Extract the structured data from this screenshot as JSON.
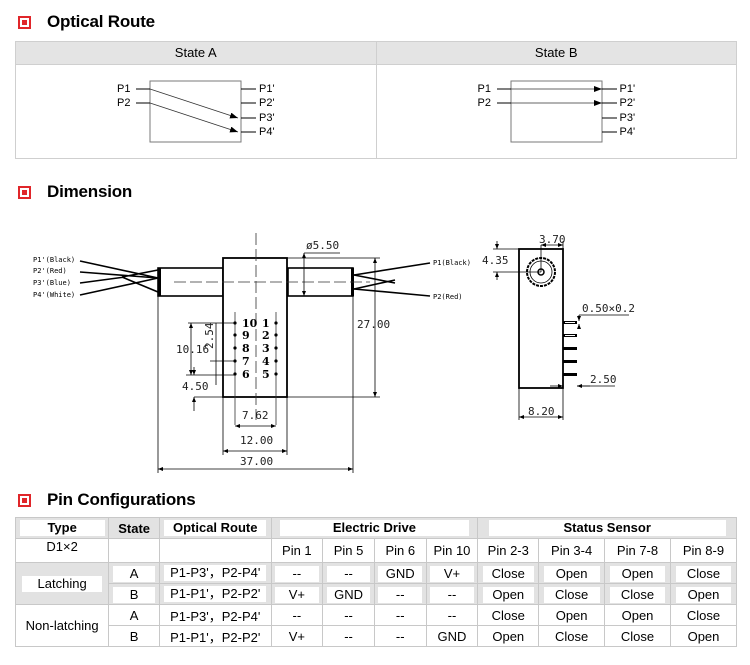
{
  "sections": {
    "optical_route": "Optical Route",
    "dimension": "Dimension",
    "pin_configurations": "Pin Configurations"
  },
  "optical_route": {
    "states": [
      {
        "label": "State A",
        "inputs": [
          "P1",
          "P2"
        ],
        "outputs": [
          "P1'",
          "P2'",
          "P3'",
          "P4'"
        ],
        "routes": [
          "P1-P3'",
          "P2-P4'"
        ]
      },
      {
        "label": "State B",
        "inputs": [
          "P1",
          "P2"
        ],
        "outputs": [
          "P1'",
          "P2'",
          "P3'",
          "P4'"
        ],
        "routes": [
          "P1-P1'",
          "P2-P2'"
        ]
      }
    ]
  },
  "dimension": {
    "left_fibers": [
      "P1'(Black)",
      "P2'(Red)",
      "P3'(Blue)",
      "P4'(White)"
    ],
    "right_fibers": [
      "P1(Black)",
      "P2(Red)"
    ],
    "pins_left": [
      "10",
      "9",
      "8",
      "7",
      "6"
    ],
    "pins_right": [
      "1",
      "2",
      "3",
      "4",
      "5"
    ],
    "labels": {
      "tube_diameter": "ø5.50",
      "height": "27.00",
      "pin_pitch": "2.54",
      "pin_span": "10.16",
      "pin_offset": "4.50",
      "row_spacing": "7.62",
      "body_width": "12.00",
      "total_length": "37.00",
      "side_hole_offset": "3.70",
      "side_hole_height": "4.35",
      "pin_size": "0.50×0.2",
      "pin_length": "2.50",
      "side_width": "8.20"
    }
  },
  "pin_table": {
    "headers": {
      "type": "Type",
      "state": "State",
      "optical_route": "Optical Route",
      "electric_drive": "Electric Drive",
      "status_sensor": "Status Sensor"
    },
    "model": "D1×2",
    "drive_pins": [
      "Pin 1",
      "Pin 5",
      "Pin 6",
      "Pin 10"
    ],
    "sensor_pins": [
      "Pin 2-3",
      "Pin 3-4",
      "Pin 7-8",
      "Pin 8-9"
    ],
    "groups": [
      {
        "type": "Latching",
        "rows": [
          {
            "state": "A",
            "route": "P1-P3'，P2-P4'",
            "drive": [
              "--",
              "--",
              "GND",
              "V+"
            ],
            "sensor": [
              "Close",
              "Open",
              "Open",
              "Close"
            ]
          },
          {
            "state": "B",
            "route": "P1-P1'，P2-P2'",
            "drive": [
              "V+",
              "GND",
              "--",
              "--"
            ],
            "sensor": [
              "Open",
              "Close",
              "Close",
              "Open"
            ]
          }
        ]
      },
      {
        "type": "Non-latching",
        "rows": [
          {
            "state": "A",
            "route": "P1-P3'，P2-P4'",
            "drive": [
              "--",
              "--",
              "--",
              "--"
            ],
            "sensor": [
              "Close",
              "Open",
              "Open",
              "Close"
            ]
          },
          {
            "state": "B",
            "route": "P1-P1'，P2-P2'",
            "drive": [
              "V+",
              "--",
              "--",
              "GND"
            ],
            "sensor": [
              "Open",
              "Close",
              "Close",
              "Open"
            ]
          }
        ]
      }
    ]
  }
}
